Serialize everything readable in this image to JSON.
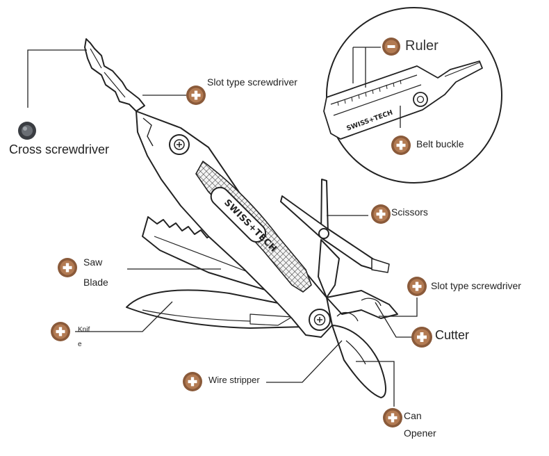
{
  "colors": {
    "badge_outer": "#8a5a3a",
    "badge_inner": "#b27a52",
    "badge_dark": "#3a3d42",
    "line": "#222222",
    "tool_fill": "#ffffff"
  },
  "brand": {
    "handle_text": "SWISS+TECH",
    "inset_text": "SWISS+TECH"
  },
  "labels": {
    "cross_screwdriver": "Cross screwdriver",
    "slot_screwdriver_top": "Slot type screwdriver",
    "ruler": "Ruler",
    "belt_buckle": "Belt buckle",
    "scissors": "Scissors",
    "saw": "Saw",
    "blade": "Blade",
    "slot_screwdriver_right": "Slot type screwdriver",
    "knife_line1": "Knif",
    "knife_line2": "e",
    "cutter": "Cutter",
    "wire_stripper": "Wire stripper",
    "can_line1": "Can",
    "can_line2": "Opener"
  },
  "icons": {
    "badge": "plus-badge-icon",
    "badge_minus": "minus-badge-icon",
    "badge_dark": "dark-badge-icon"
  }
}
